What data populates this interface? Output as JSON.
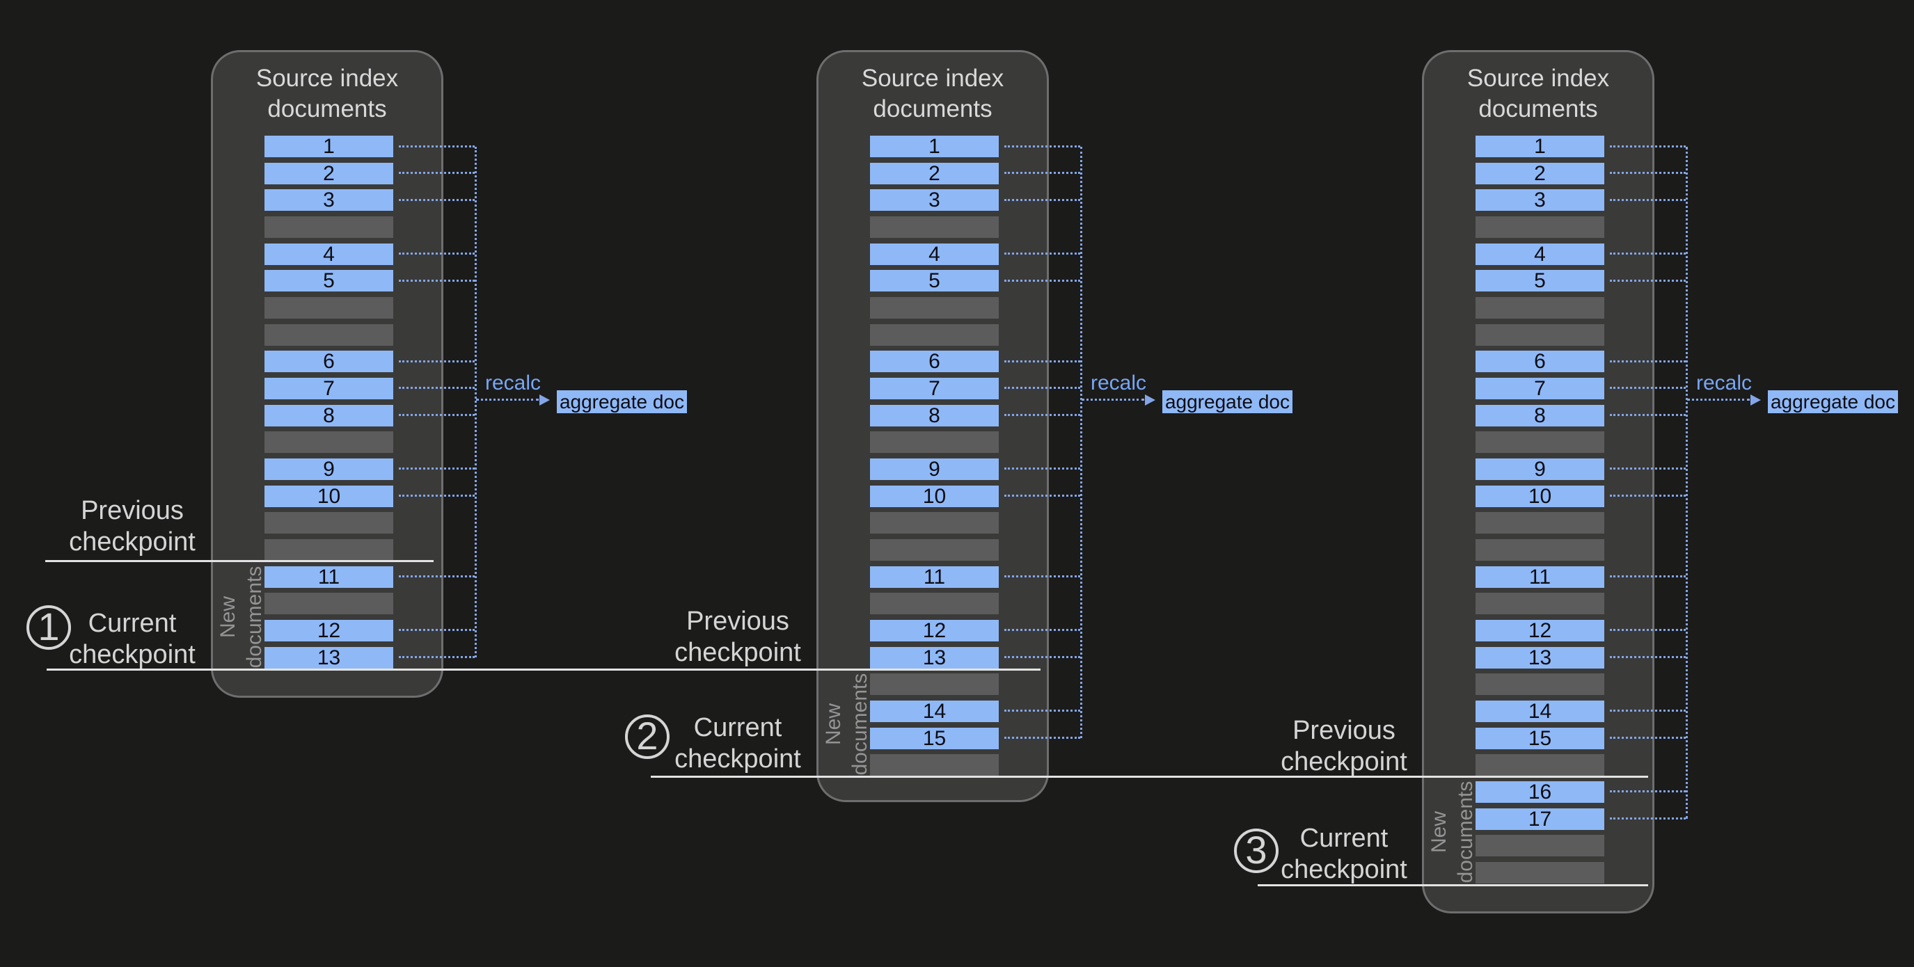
{
  "background": "#1b1b1a",
  "colors": {
    "background": "#1b1b1a",
    "panel_bg": "#3a3a39",
    "panel_border": "#6e6e6e",
    "blue_bar": "#8fb8f6",
    "gray_bar": "#5c5c5c",
    "bar_number_text": "#0d0d12",
    "connector_blue": "#84a6e8",
    "recalc_text": "#79a6f3",
    "checkpoint_line": "#e3e3e3",
    "label_text": "#d5d5d5",
    "new_docs_text": "#949494",
    "title_text": "#d9d9d9"
  },
  "panels": [
    {
      "title": "Source index documents",
      "rows": [
        "1",
        "2",
        "3",
        null,
        "4",
        "5",
        null,
        null,
        "6",
        "7",
        "8",
        null,
        "9",
        "10",
        null,
        null,
        "11",
        null,
        "12",
        "13"
      ],
      "recalc_label": "recalc",
      "aggregate_label": "aggregate doc",
      "new_documents_label": [
        "New",
        "documents"
      ]
    },
    {
      "title": "Source index documents",
      "rows": [
        "1",
        "2",
        "3",
        null,
        "4",
        "5",
        null,
        null,
        "6",
        "7",
        "8",
        null,
        "9",
        "10",
        null,
        null,
        "11",
        null,
        "12",
        "13",
        null,
        "14",
        "15",
        null
      ],
      "recalc_label": "recalc",
      "aggregate_label": "aggregate doc",
      "new_documents_label": [
        "New",
        "documents"
      ]
    },
    {
      "title": "Source index documents",
      "rows": [
        "1",
        "2",
        "3",
        null,
        "4",
        "5",
        null,
        null,
        "6",
        "7",
        "8",
        null,
        "9",
        "10",
        null,
        null,
        "11",
        null,
        "12",
        "13",
        null,
        "14",
        "15",
        null,
        "16",
        "17",
        null,
        null
      ],
      "recalc_label": "recalc",
      "aggregate_label": "aggregate doc",
      "new_documents_label": [
        "New",
        "documents"
      ]
    }
  ],
  "checkpoints": [
    {
      "badge": "1",
      "previous": [
        "Previous",
        "checkpoint"
      ],
      "current": [
        "Current",
        "checkpoint"
      ]
    },
    {
      "badge": "2",
      "previous": [
        "Previous",
        "checkpoint"
      ],
      "current": [
        "Current",
        "checkpoint"
      ]
    },
    {
      "badge": "3",
      "previous": [
        "Previous",
        "checkpoint"
      ],
      "current": [
        "Current",
        "checkpoint"
      ]
    }
  ]
}
